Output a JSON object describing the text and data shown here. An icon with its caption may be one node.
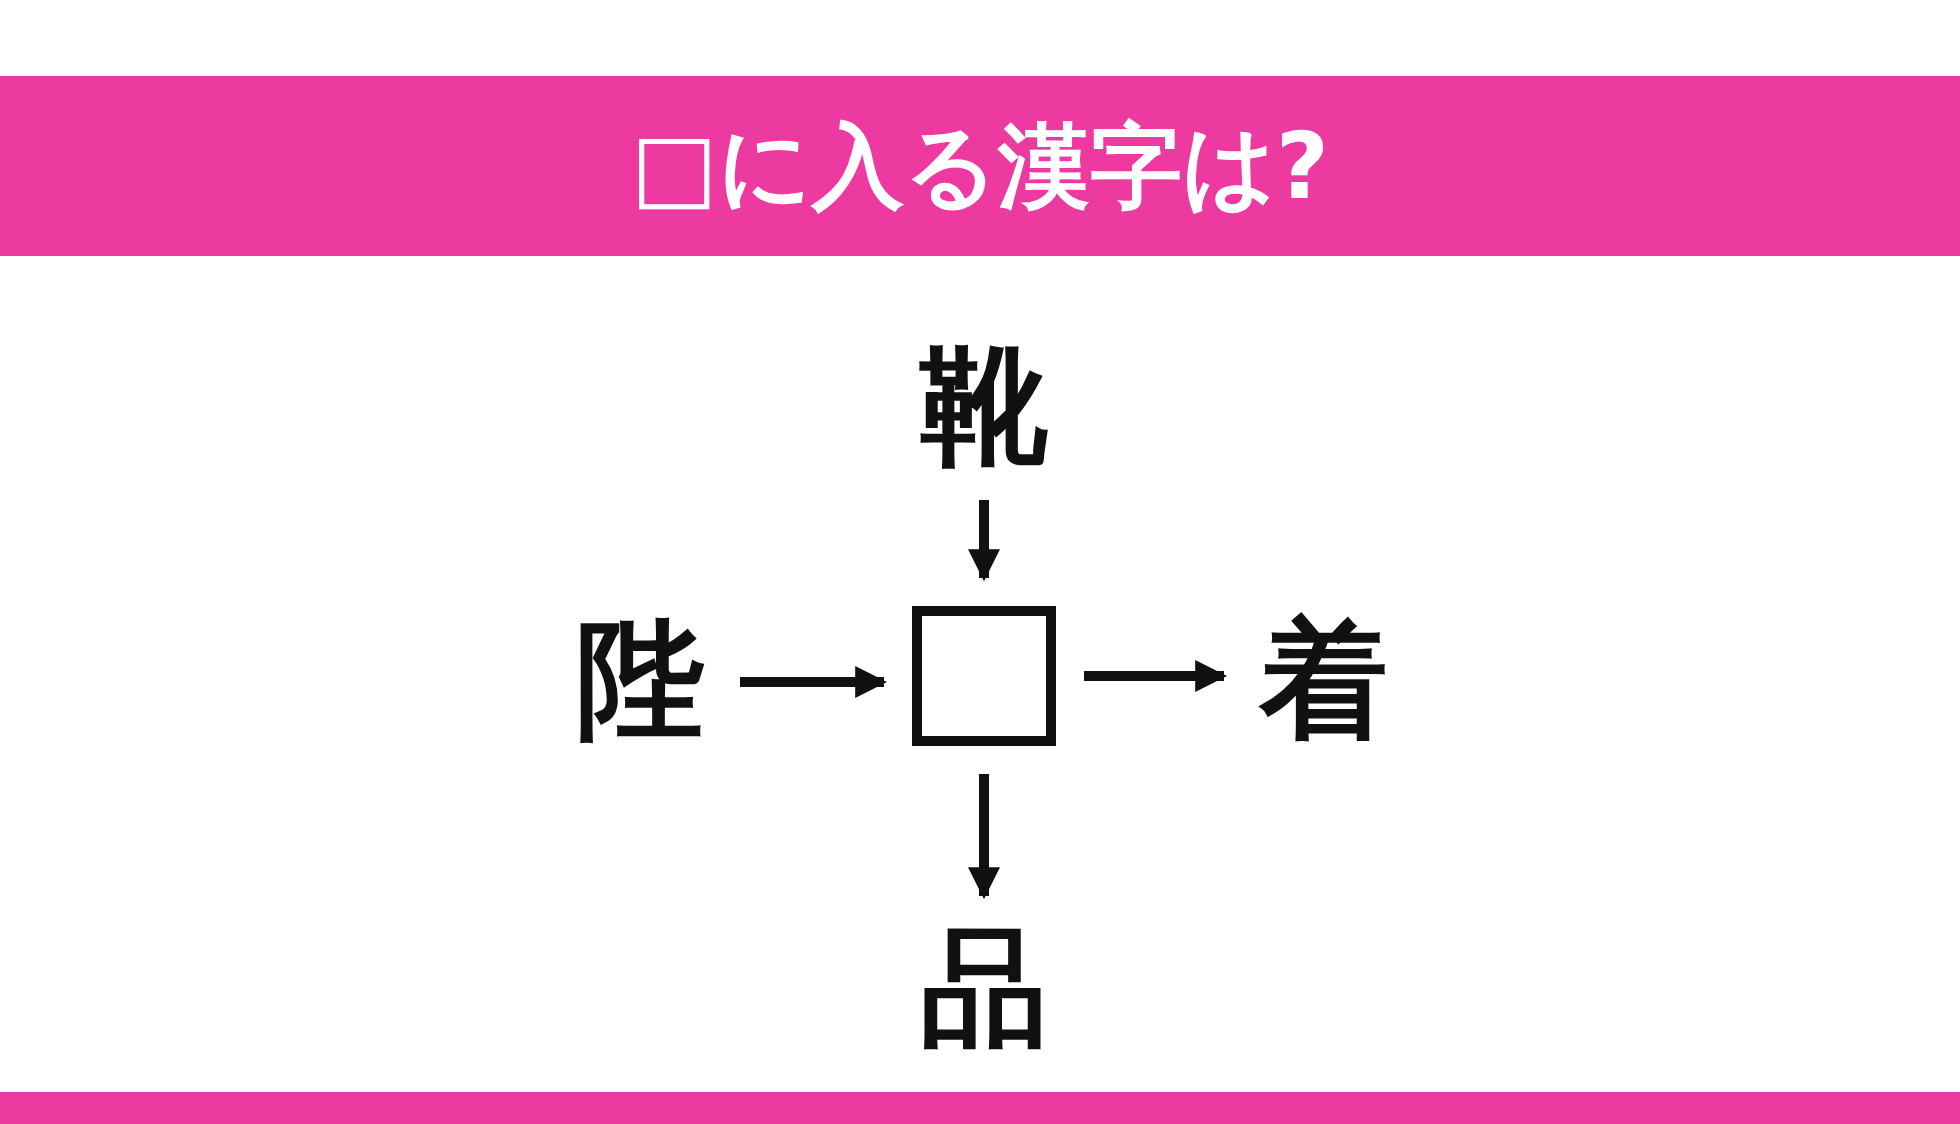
{
  "diagram": {
    "title": "□に入る漢字は?",
    "nodes": [
      {
        "text": [
          "靴"
        ]
      },
      {
        "text": [
          "陛"
        ]
      },
      {
        "text": [],
        "shape": "box"
      },
      {
        "text": [
          "着"
        ]
      },
      {
        "text": [
          "品"
        ]
      }
    ],
    "edges": [
      {
        "from": 0,
        "to": 2,
        "arrow": "to"
      },
      {
        "from": 1,
        "to": 2,
        "arrow": "to"
      },
      {
        "from": 2,
        "to": 3,
        "arrow": "to"
      },
      {
        "from": 2,
        "to": 4,
        "arrow": "to"
      }
    ]
  }
}
